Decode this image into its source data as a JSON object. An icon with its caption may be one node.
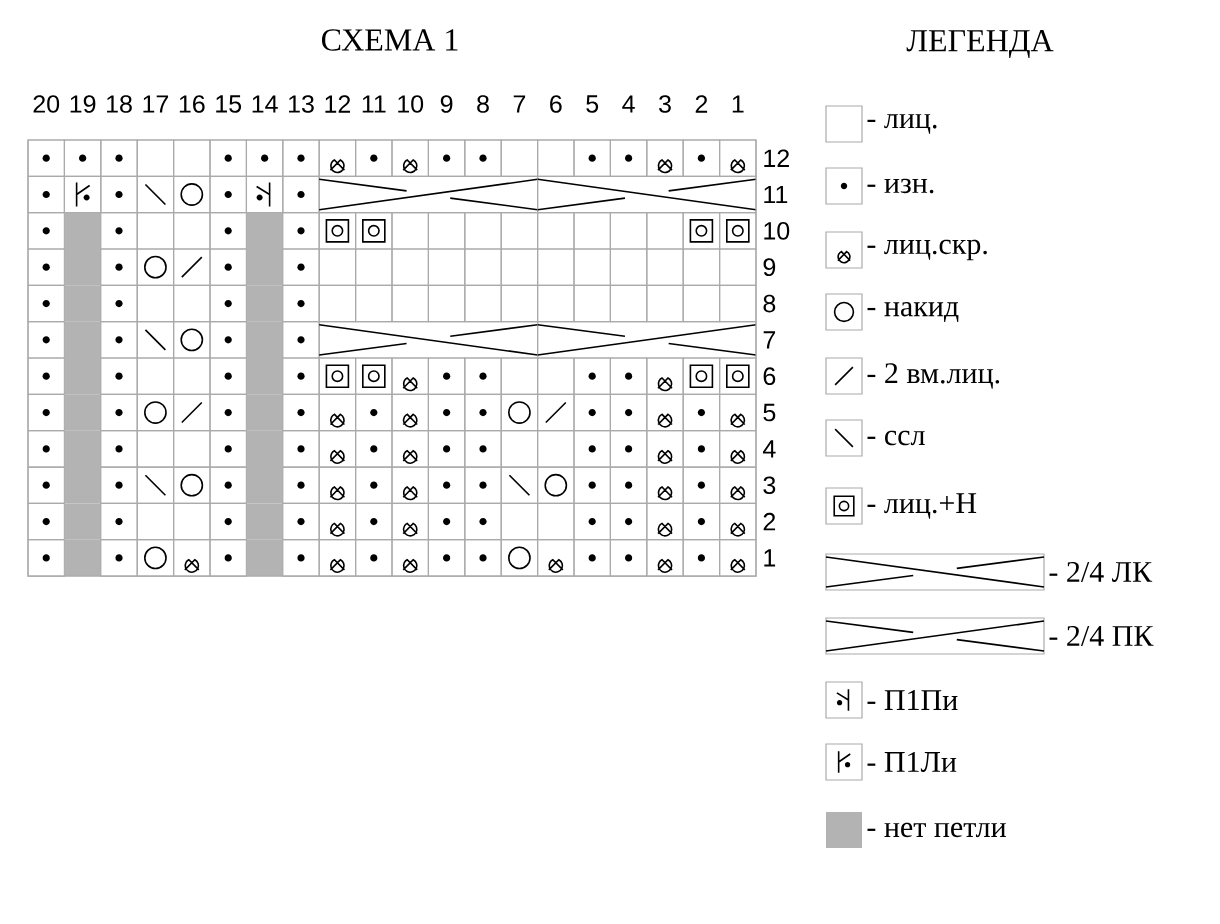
{
  "diagram": {
    "title": "СХЕМА 1",
    "labels": [
      "ЛЕГЕНДА",
      "20",
      "19",
      "18",
      "17",
      "16",
      "15",
      "14",
      "13",
      "12",
      "11",
      "10",
      "9",
      "8",
      "7",
      "6",
      "5",
      "4",
      "3",
      "2",
      "1",
      "12",
      "11",
      "10",
      "9",
      "8",
      "7",
      "6",
      "5",
      "4",
      "3",
      "2",
      "1"
    ],
    "legend": [
      {
        "text": "- лиц."
      },
      {
        "text": "- изн."
      },
      {
        "text": "- лиц.скр."
      },
      {
        "text": "- накид"
      },
      {
        "text": "- 2 вм.лиц."
      },
      {
        "text": "- ссл"
      },
      {
        "text": "- лиц.+Н"
      },
      {
        "text": "- 2/4 ЛК"
      },
      {
        "text": "- 2/4 ПК"
      },
      {
        "text": "- П1Пи"
      },
      {
        "text": "- П1Ли"
      },
      {
        "text": "- нет петли",
        "color": "#b3b3b3"
      }
    ]
  }
}
